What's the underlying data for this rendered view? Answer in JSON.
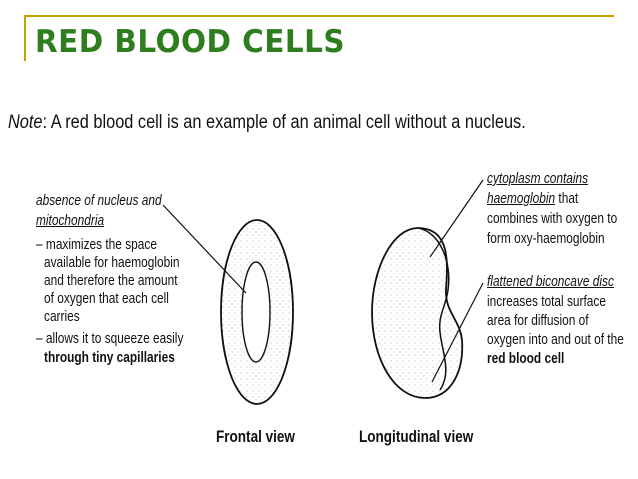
{
  "title": "Red Blood Cells",
  "note": {
    "prefix": "Note",
    "text": ": A red blood cell is an example of an animal cell without a nucleus."
  },
  "left_labels": {
    "heading_line1": "absence of nucleus and",
    "heading_line2": "mitochondria",
    "point1_lines": [
      "– maximizes the space",
      "available for haemoglobin",
      "and therefore the amount",
      "of oxygen that each cell",
      "carries"
    ],
    "point2_lines": [
      "– allows it to squeeze easily",
      "through tiny capillaries"
    ]
  },
  "right_labels": {
    "top_heading_line1": "cytoplasm contains",
    "top_heading_line2_ul": "haemoglobin",
    "top_heading_line2_rest": " that",
    "top_lines": [
      "combines with oxygen to",
      "form oxy-haemoglobin"
    ],
    "bottom_heading": "flattened biconcave disc",
    "bottom_lines": [
      "increases total surface",
      "area for diffusion of",
      "oxygen into and out of the",
      "red blood cell"
    ]
  },
  "captions": {
    "frontal": "Frontal view",
    "longitudinal": "Longitudinal view"
  },
  "colors": {
    "title": "#2e7d1f",
    "frame": "#c8a400"
  }
}
